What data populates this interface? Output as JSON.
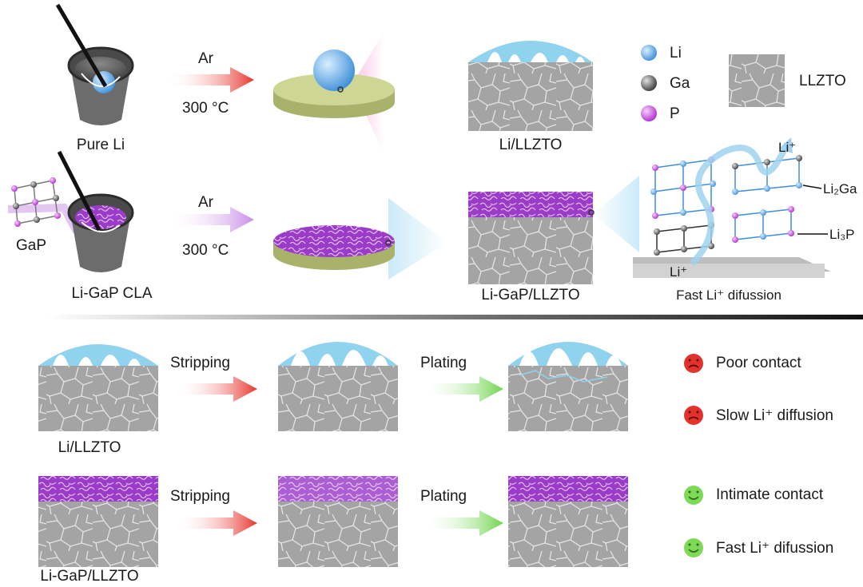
{
  "labels": {
    "pure_li": "Pure Li",
    "li_gap_cla": "Li-GaP CLA",
    "gap": "GaP",
    "ar_1": "Ar",
    "temp_1": "300 °C",
    "ar_2": "Ar",
    "temp_2": "300 °C",
    "li_llzto_top": "Li/LLZTO",
    "li_gap_llzto_top": "Li-GaP/LLZTO",
    "fast_li_diffusion_top": "Fast Li⁺ difussion",
    "li_plus_top": "Li⁺",
    "li_plus_bottom": "Li⁺",
    "li2ga": "Li₂Ga",
    "li3p": "Li₃P",
    "stripping_1": "Stripping",
    "plating_1": "Plating",
    "stripping_2": "Stripping",
    "plating_2": "Plating",
    "li_llzto_bottom": "Li/LLZTO",
    "li_gap_llzto_bottom": "Li-GaP/LLZTO"
  },
  "legend": [
    {
      "symbol": "li-sphere",
      "label": "Li",
      "color": "#5aa8e8"
    },
    {
      "symbol": "ga-sphere",
      "label": "Ga",
      "color": "#6b6b6b"
    },
    {
      "symbol": "p-sphere",
      "label": "P",
      "color": "#c455d8"
    },
    {
      "symbol": "llzto-tile",
      "label": "LLZTO",
      "color": "#9a9a9a"
    }
  ],
  "status": [
    {
      "mood": "sad",
      "label": "Poor contact"
    },
    {
      "mood": "sad",
      "label": "Slow Li⁺ diffusion"
    },
    {
      "mood": "happy",
      "label": "Intimate contact"
    },
    {
      "mood": "happy",
      "label": "Fast Li⁺ difussion"
    }
  ],
  "colors": {
    "li_blue": "#8fd3ef",
    "llzto_gray": "#a6a6a6",
    "gap_purple": "#9b3fc7",
    "arrow_red": "#e8352e",
    "arrow_pink": "#c98ee6",
    "arrow_green": "#6fd64b",
    "disk_green": "#c9d48f",
    "sad_red": "#e0332b",
    "happy_green": "#7ed957"
  }
}
